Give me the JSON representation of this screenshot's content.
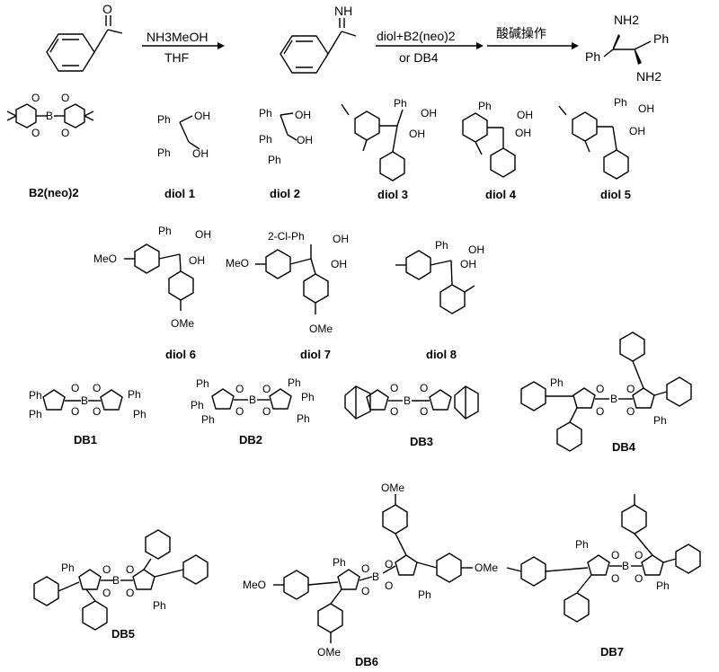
{
  "scheme": {
    "reagent1_top": "NH3MeOH",
    "reagent1_bottom": "THF",
    "reagent2_top": "diol+B2(neo)2",
    "reagent2_bottom": "or DB4",
    "reagent3_top": "酸碱操作",
    "aldehyde_atom": "O",
    "imine_atom": "NH",
    "product_nh2_top": "NH2",
    "product_nh2_bottom": "NH2",
    "product_ph_left": "Ph",
    "product_ph_right": "Ph"
  },
  "compounds": {
    "b2neo2": "B2(neo)2",
    "diol1": "diol 1",
    "diol2": "diol 2",
    "diol3": "diol 3",
    "diol4": "diol 4",
    "diol5": "diol 5",
    "diol6": "diol 6",
    "diol7": "diol 7",
    "diol8": "diol 8",
    "db1": "DB1",
    "db2": "DB2",
    "db3": "DB3",
    "db4": "DB4",
    "db5": "DB5",
    "db6": "DB6",
    "db7": "DB7"
  },
  "atoms": {
    "ph": "Ph",
    "oh": "OH",
    "o": "O",
    "b": "B",
    "ome": "OMe",
    "meo": "MeO",
    "clph": "2-Cl-Ph"
  }
}
